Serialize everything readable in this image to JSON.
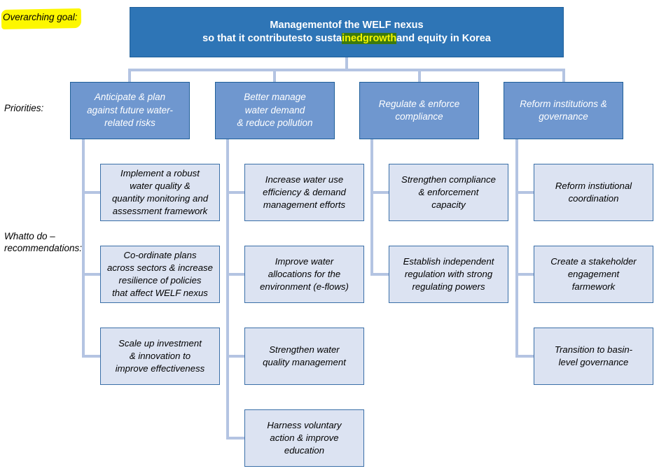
{
  "labels": {
    "overarching_goal": "Overarching goal:",
    "priorities": "Priorities:",
    "recommendations_line1": "Whatto do –",
    "recommendations_line2": "recommendations:"
  },
  "goal": {
    "line1": "Managementof the WELF nexus",
    "line2_before": "so that it contributesto susta",
    "line2_highlight": "inedgrowth",
    "line2_after": "and equity in Korea"
  },
  "colors": {
    "goal_fill": "#2e75b6",
    "priority_fill": "#6f97cf",
    "recommendation_fill": "#dce3f2",
    "connector": "#b4c4e2",
    "label_highlight": "#fdf700",
    "text_highlight_fg": "#f5f500",
    "text_highlight_bg": "#3d7a0e"
  },
  "columns": [
    {
      "priority": [
        "Anticipate & plan",
        "against future water-",
        "related risks"
      ],
      "recommendations": [
        [
          "Implement a robust",
          "water quality &",
          "quantity monitoring and",
          "assessment framework"
        ],
        [
          "Co-ordinate plans",
          "across sectors & increase",
          "resilience of policies",
          "that affect WELF nexus"
        ],
        [
          "Scale up investment",
          "& innovation to",
          "improve effectiveness"
        ]
      ]
    },
    {
      "priority": [
        "Better manage",
        "water demand",
        "& reduce pollution"
      ],
      "recommendations": [
        [
          "Increase water use",
          "efficiency & demand",
          "management efforts"
        ],
        [
          "Improve water",
          "allocations for the",
          "environment (e-flows)"
        ],
        [
          "Strengthen water",
          "quality management"
        ],
        [
          "Harness voluntary",
          "action & improve",
          "education"
        ]
      ]
    },
    {
      "priority": [
        "Regulate & enforce",
        "compliance"
      ],
      "recommendations": [
        [
          "Strengthen compliance",
          "& enforcement",
          "capacity"
        ],
        [
          "Establish independent",
          "regulation with strong",
          "regulating powers"
        ]
      ]
    },
    {
      "priority": [
        "Reform institutions &",
        "governance"
      ],
      "recommendations": [
        [
          "Reform instiutional",
          "coordination"
        ],
        [
          "Create a stakeholder",
          "engagement",
          "farmework"
        ],
        [
          "Transition to basin-",
          "level governance"
        ]
      ]
    }
  ]
}
